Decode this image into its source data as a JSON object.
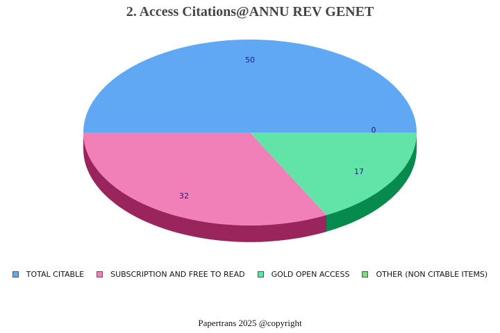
{
  "title": "2. Access Citations@ANNU REV GENET",
  "footer": "Papertrans 2025 @copyright",
  "legend": [
    {
      "label": "TOTAL CITABLE",
      "color": "#60a8f4"
    },
    {
      "label": "SUBSCRIPTION AND FREE TO READ",
      "color": "#f280b8"
    },
    {
      "label": "GOLD OPEN ACCESS",
      "color": "#62e3a8"
    },
    {
      "label": "OTHER (NON CITABLE ITEMS)",
      "color": "#7ddc7d"
    }
  ],
  "labels": {
    "total": "50",
    "subscription": "32",
    "gold": "17",
    "other": "0"
  },
  "chart_data": {
    "type": "pie",
    "title": "2. Access Citations@ANNU REV GENET",
    "categories": [
      "TOTAL CITABLE",
      "SUBSCRIPTION AND FREE TO READ",
      "GOLD OPEN ACCESS",
      "OTHER (NON CITABLE ITEMS)"
    ],
    "values": [
      50,
      32,
      17,
      0
    ],
    "colors": [
      "#60a8f4",
      "#f280b8",
      "#62e3a8",
      "#7ddc7d"
    ],
    "legend_position": "bottom",
    "style": "3d"
  }
}
